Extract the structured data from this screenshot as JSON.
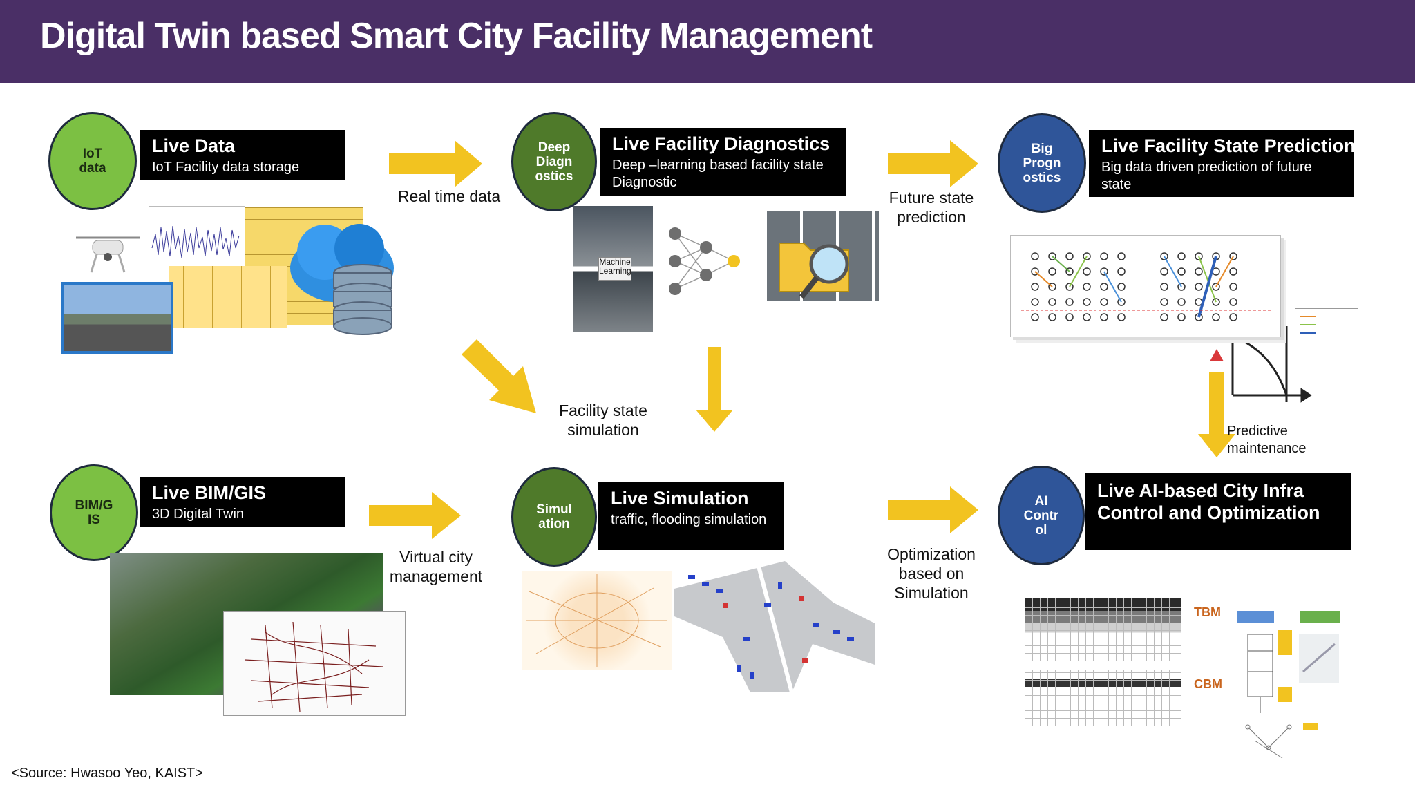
{
  "header": {
    "title": "Digital Twin based Smart City Facility Management"
  },
  "modules": {
    "iot": {
      "circle": "IoT\ndata",
      "title": "Live Data",
      "subtitle": "IoT Facility data storage"
    },
    "diag": {
      "circle": "Deep\nDiagn\nostics",
      "title": "Live Facility  Diagnostics",
      "subtitle": "Deep –learning  based facility state\nDiagnostic"
    },
    "prog": {
      "circle": "Big\nProgn\nostics",
      "title": "Live Facility  State  Prediction",
      "subtitle": "Big data driven prediction of future\nstate"
    },
    "bim": {
      "circle": "BIM/G\nIS",
      "title": "Live BIM/GIS",
      "subtitle": "3D Digital Twin"
    },
    "sim": {
      "circle": "Simul\nation",
      "title": "Live Simulation",
      "subtitle": "traffic, flooding simulation"
    },
    "ai": {
      "circle": "AI\nContr\nol",
      "title": "Live AI-based  City Infra\nControl and Optimization"
    }
  },
  "flow_labels": {
    "real_time": "Real time data",
    "future_state": "Future state\nprediction",
    "facility_sim": "Facility state\nsimulation",
    "predictive": "Predictive\nmaintenance",
    "virtual_city": "Virtual city\nmanagement",
    "optimization": "Optimization\nbased on\nSimulation"
  },
  "image_labels": {
    "ml": "Machine\nLearning",
    "tbm": "TBM",
    "cbm": "CBM"
  },
  "source": "<Source:   Hwasoo Yeo, KAIST>",
  "colors": {
    "header": "#4a2f66",
    "arrow": "#f2c320",
    "green": "#7cc043",
    "dark_green": "#4f7a2a",
    "blue": "#2f5599"
  }
}
